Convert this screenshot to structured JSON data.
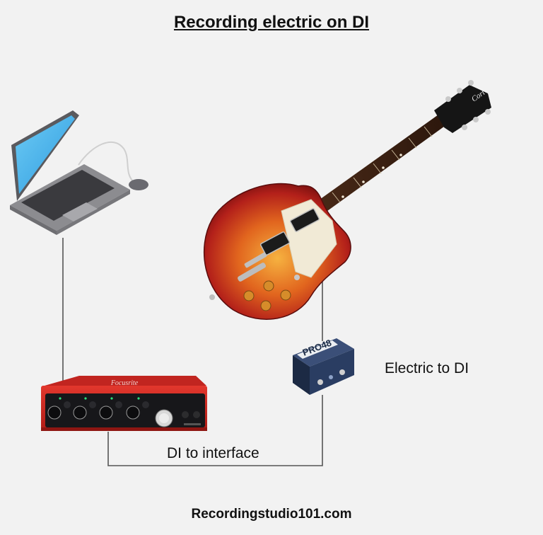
{
  "title": "Recording electric on DI",
  "labels": {
    "electric_to_di": "Electric to DI",
    "di_to_interface": "DI to interface"
  },
  "footer": "Recordingstudio101.com",
  "devices": {
    "interface_brand": "Focusrite",
    "di_box_brand": "PRO48",
    "guitar_headstock_brand": "Cort"
  },
  "colors": {
    "background": "#f2f2f2",
    "connector_line": "#555555",
    "interface_red": "#d42a22",
    "laptop_screen": "#4fb7ec",
    "di_box_navy": "#26385a"
  }
}
